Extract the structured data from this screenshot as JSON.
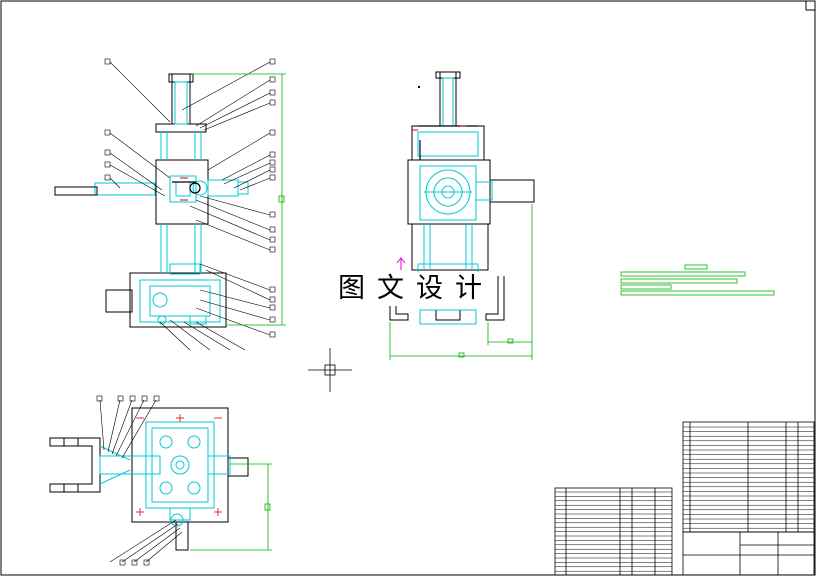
{
  "drawing": {
    "watermark_text": "图文设计",
    "colors": {
      "background": "#ffffff",
      "outline": "#000000",
      "parts": "#00c8d8",
      "dimension": "#00b400",
      "marker": "#e00000",
      "accent": "#e000e0"
    },
    "views": [
      "front-view",
      "side-view",
      "top-view"
    ],
    "balloon_marks": "□",
    "title_block": {
      "present": true
    }
  }
}
